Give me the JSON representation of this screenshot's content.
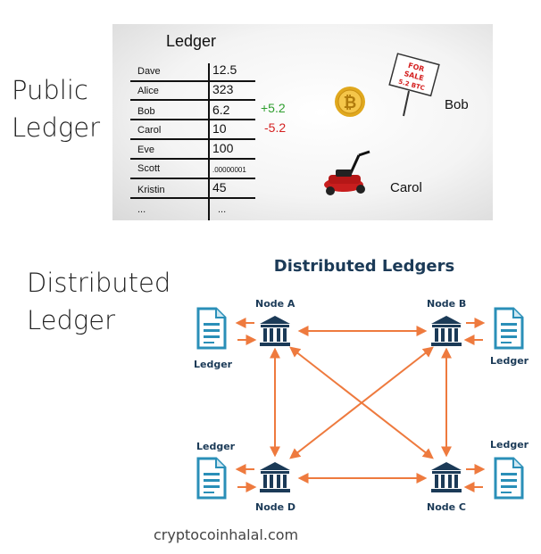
{
  "sections": {
    "public_label": [
      "Public",
      "Ledger"
    ],
    "distributed_label": [
      "Distributed",
      "Ledger"
    ]
  },
  "ledger": {
    "title": "Ledger",
    "rows": [
      {
        "name": "Dave",
        "value": "12.5"
      },
      {
        "name": "Alice",
        "value": "323"
      },
      {
        "name": "Bob",
        "value": "6.2",
        "delta": "+5.2",
        "delta_color": "#2e9e2e"
      },
      {
        "name": "Carol",
        "value": "10",
        "delta": "-5.2",
        "delta_color": "#d42020"
      },
      {
        "name": "Eve",
        "value": "100"
      },
      {
        "name": "Scott",
        "value": ".00000001"
      },
      {
        "name": "Kristin",
        "value": "45"
      },
      {
        "name": "...",
        "value": "..."
      }
    ],
    "bob_label": "Bob",
    "carol_label": "Carol",
    "sign_text": [
      "FOR",
      "SALE",
      "5.2 BTC"
    ],
    "coin_symbol": "₿"
  },
  "diagram": {
    "title": "Distributed Ledgers",
    "nodes": [
      "Node A",
      "Node B",
      "Node C",
      "Node D"
    ],
    "doc_label": "Ledger",
    "arrow_color": "#ee7a3e",
    "icon_color": "#1b3a57",
    "doc_color": "#2a8fb8"
  },
  "watermark": "cryptocoinhalal.com"
}
